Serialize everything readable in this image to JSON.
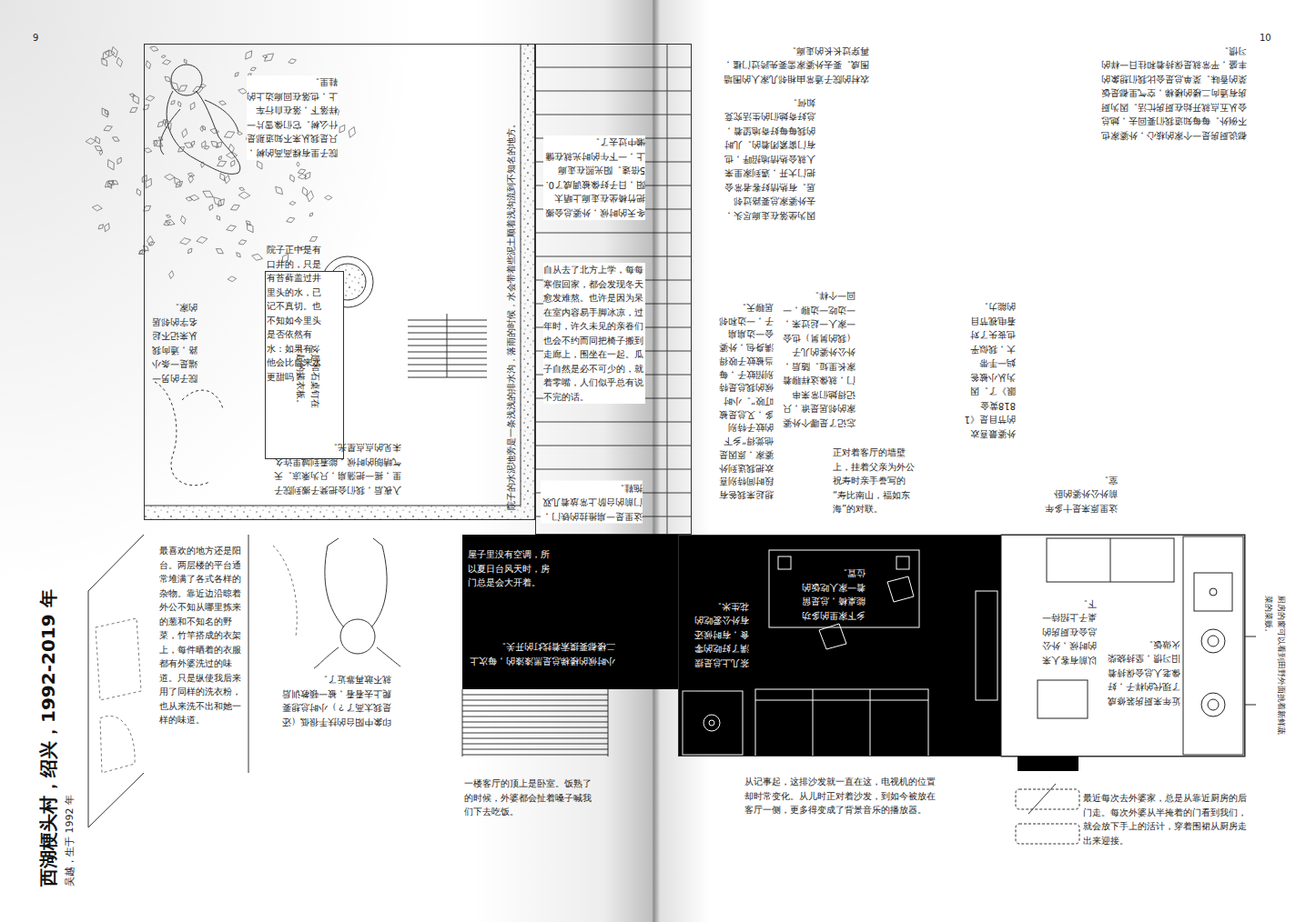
{
  "diagram": {
    "title": "西湖梗头村，绍兴，1992-2019 年",
    "nodes": [
      {
        "text": [
          "院子里有棵高高的树，只是我从来不知道那是什么树。它们像雪片一样落下，落在自行车上，也落在回廊边上的鞋里。",
          "院子正中是有口井的，只是有苔藓盖过井里头的水，已记不真切。也不知如今里头是否依然有水：如果有，他会比自来水更甜吗？",
          "院子的另一端是一条小路，通向我从来记不起名字的邻居的家。",
          "院子的水泥地旁是一条浅浅的排水沟，落雨的时候，水会带着些泥土顺着浅沟流到不知名的地方。",
          "入夜后，我们会把凳子搬到院子里，摇一把蒲扇，只为乘凉。天气晴朗的时候，能看到城里许久未见的点点星光。"
        ]
      },
      {
        "text": [
          "这是和石桌钉在一起的搓衣板。"
        ],
        "in": 0
      },
      {
        "text": [
          "冬天的时候，外婆总会搬把竹椅坐在走廊上晒太阳，日子好像被调成了0.5倍速。阳光照在走廊上，一下午的时光就在慵懒中过去了。",
          "自从去了北方上学，每每寒假回家，都会发现冬天愈发难熬。也许是因为呆在室内容易手脚冰凉，过年时，许久未见的亲眷们也会不约而同把椅子搬到走廊上，围坐在一起。瓜子自然是必不可少的，就着零嘴，人们似乎总有说不完的话。",
          "这里是一扇推拉的铁门，门前的台阶上常放着几双拖鞋。"
        ]
      },
      {
        "text": [
          "最喜欢的地方还是阳台。两层楼的平台通常堆满了各式各样的杂物。靠近边沿晾着外公不知从哪里拣来的葱和不知名的野菜，竹竿搭成的衣架上，每件晒着的衣服都有外婆洗过的味道。只是纵使我后来用了同样的洗衣粉，也从来洗不出和她一样的味道。",
          "印象中阳台的扶手很低（还是我太高了？）小时总想要爬上去看看，被一顿教训后就不敢再靠近了。"
        ]
      },
      {
        "text": [
          "屋子里没有空调，所以夏日台风天时，房门总是会大开着。",
          "小时候的楼梯总是黑漆漆的，每次上二楼都要摸索着找灯的开关。"
        ]
      },
      {
        "text": [
          "乡下家里的多功能桌椅，总是留着一家人吃饭的位置。",
          "茶几上总是摆满了好吃的零食，有时候还有外公爱吃的花生米。",
          "以前有客人来的时候，外公总会在厨房的桌子上招待一下。",
          "近年来厨房装修成了现代的样子，好像老人总会保持着旧习惯，坚持烧柴火做饭。"
        ]
      }
    ],
    "labels": [
      "9",
      "10",
      "吴越，生于 1992 年",
      "农村的院子通常由相邻几家人的围墙围成。要去外婆家需要先跨过门槛，再穿过长长的走廊。",
      "因为坐落在走廊尽头，去外婆家总要路过邻居。有热情好客者常会把门大开，遇到家里来人就会热情地招呼，也有门窗紧闭着的。儿时的我每每好奇地望着，总好奇她们的生活究竟如何。",
      "都说厨房是一个家的核心，外婆家也不例外。每每知道我们要回去，她总会从五点就开始在厨房忙活。因为厨房有通向二楼的楼梯，空气里都是饭菜的香味。菜单总是会比我们想象的丰盛，平常就是保持着和往日一样的习惯。",
      "忘记了是哪个外婆家的邻居是谁，只记得她们常来串门，就像这样聊着家长里短。随后，外公外婆的儿子（我的舅舅）也会一家人一起过来，一边吃一边聊，一回一个样。",
      "想起来我爸有段时间特别喜欢把我送到外婆家，原因是他觉得“乡下的蚊子特别多，又总是被叮咬”。小时候的我总是特别招蚊子，每当被蚊子咬得满身包，外婆会一边扇扇子，一边和邻居聊天。",
      "外婆最喜欢的节目是《1818黄金眼》了。因为从小被爸妈一手带大，我似乎也丧失了对看电视节目的能力。",
      "这里原来是十多年前外公外婆的卧室。",
      "正对着客厅的墙壁上，挂着父亲为外公祝寿时亲手誊写的“寿比南山，福如东海”的对联。",
      "一楼客厅的顶上是卧室。饭熟了的时候，外婆都会扯着嗓子喊我们下去吃饭。",
      "从记事起，这排沙发就一直在这，电视机的位置却时常变化。从儿时正对着沙发，到如今被放在客厅一侧，更多得变成了背景音乐的播放器。",
      "最近每次去外婆家，总是从靠近厨房的后门走。每次外婆从半掩着的门看到我们，就会放下手上的活计，穿着围裙从厨房走出来迎接。",
      "厨房的窗可以看到田野外面挑着新鲜蔬菜的菜贩。"
    ]
  }
}
